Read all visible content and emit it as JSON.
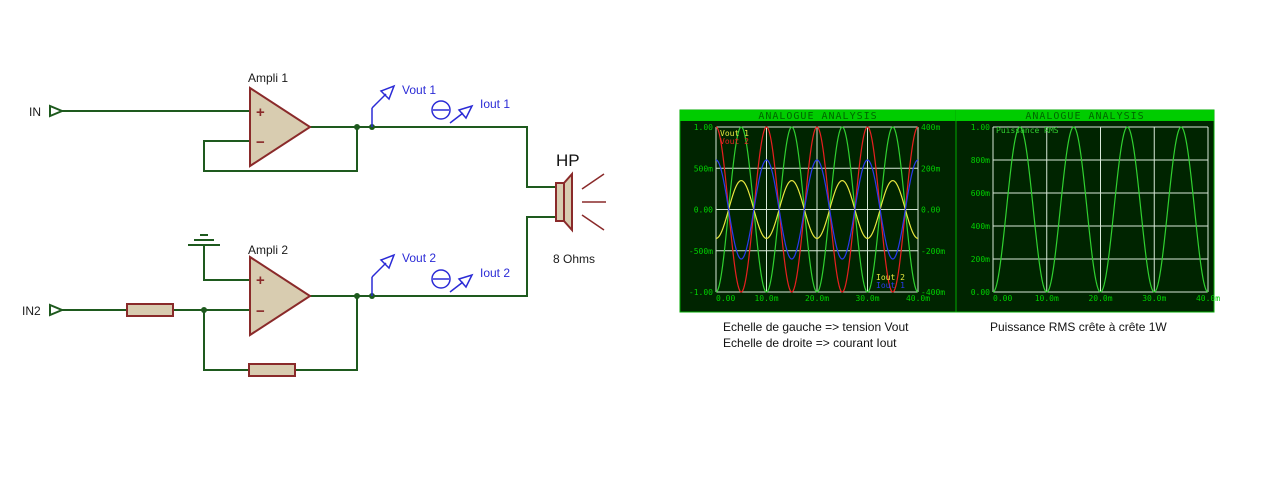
{
  "schematic": {
    "in1_label": "IN",
    "in2_label": "IN2",
    "ampli1_label": "Ampli 1",
    "ampli2_label": "Ampli 2",
    "plus_sign": "+",
    "minus_sign": "−",
    "vout1_label": "Vout 1",
    "iout1_label": "Iout 1",
    "vout2_label": "Vout 2",
    "iout2_label": "Iout 2",
    "hp_label": "HP",
    "hp_value": "8 Ohms"
  },
  "colors": {
    "wire": "#1e5a1e",
    "component_fill": "#d8ccb0",
    "component_stroke": "#8a2a2a",
    "probe_blue": "#2b2bd6",
    "scope_bg": "#002400",
    "scope_header": "#00cc00",
    "scope_text": "#00d000",
    "grid": "#d8e8d8"
  },
  "chart_data": [
    {
      "type": "line",
      "title": "ANALOGUE ANALYSIS",
      "x_ticks": [
        "0.00",
        "10.0m",
        "20.0m",
        "30.0m",
        "40.0m"
      ],
      "xlim": [
        0,
        0.04
      ],
      "left_ticks": [
        "1.00",
        "500m",
        "0.00",
        "-500m",
        "-1.00"
      ],
      "ylim_left": [
        -1,
        1
      ],
      "right_ticks": [
        "400m",
        "200m",
        "0.00",
        "-200m",
        "-400m"
      ],
      "ylim_right": [
        -0.4,
        0.4
      ],
      "legend_left": [
        "Vout 1",
        "Vout 2"
      ],
      "legend_right": [
        "Iout 2",
        "Iout 1"
      ],
      "series": [
        {
          "name": "Vout 1",
          "color": "#e82020",
          "axis": "left",
          "amplitude": 1.0,
          "period": 0.01,
          "phase_deg": 90
        },
        {
          "name": "Vout 2",
          "color": "#30d030",
          "axis": "left",
          "amplitude": 1.0,
          "period": 0.01,
          "phase_deg": 270
        },
        {
          "name": "Iout 2",
          "color": "#e8e840",
          "axis": "right",
          "amplitude": 0.14,
          "period": 0.01,
          "phase_deg": 270
        },
        {
          "name": "Iout 1",
          "color": "#2a3aee",
          "axis": "right",
          "amplitude": 0.24,
          "period": 0.01,
          "phase_deg": 90
        }
      ],
      "grid": true,
      "caption_line1": "Echelle de gauche => tension Vout",
      "caption_line2": "Echelle de droite => courant Iout"
    },
    {
      "type": "line",
      "title": "ANALOGUE ANALYSIS",
      "x_ticks": [
        "0.00",
        "10.0m",
        "20.0m",
        "30.0m",
        "40.0m"
      ],
      "xlim": [
        0,
        0.04
      ],
      "left_ticks": [
        "1.00",
        "800m",
        "600m",
        "400m",
        "200m",
        "0.00"
      ],
      "ylim_left": [
        0,
        1
      ],
      "legend_left": [
        "Puissance RMS"
      ],
      "series": [
        {
          "name": "Puissance RMS",
          "color": "#30d030",
          "axis": "left",
          "amplitude": 1.0,
          "period": 0.01,
          "shape": "sin-squared"
        }
      ],
      "grid": true,
      "caption_line1": "Puissance RMS crête à crête 1W"
    }
  ]
}
